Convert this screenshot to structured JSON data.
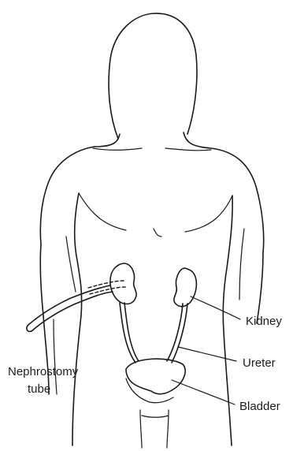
{
  "labels": {
    "kidney": "Kidney",
    "ureter": "Ureter",
    "bladder": "Bladder",
    "nephrostomy_line1": "Nephrostomy",
    "nephrostomy_line2": "tube"
  }
}
